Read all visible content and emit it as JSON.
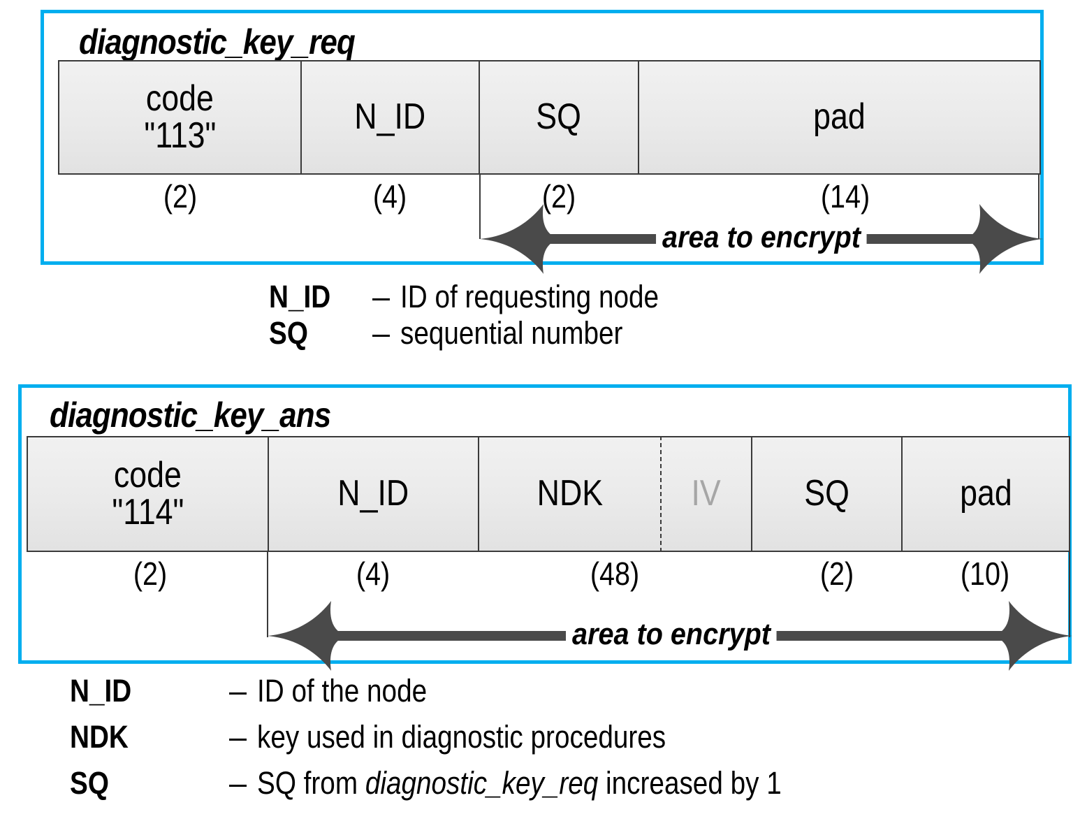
{
  "theme": {
    "frame_color": "#00AEEF",
    "cell_border_color": "#3A3A3A",
    "cell_fill_top": "#F1F1F1",
    "cell_fill_bottom": "#E2E2E2",
    "iv_text_color": "#A6A6A6",
    "arrow_color": "#4A4A4A",
    "text_color": "#000000"
  },
  "diagrams": [
    {
      "id": "diagnostic_key_req",
      "title": "diagnostic_key_req",
      "fields": [
        {
          "name": "code",
          "label_line1": "code",
          "label_line2": "\"113\"",
          "size": "(2)"
        },
        {
          "name": "n_id",
          "label_line1": "N_ID",
          "label_line2": "",
          "size": "(4)"
        },
        {
          "name": "sq",
          "label_line1": "SQ",
          "label_line2": "",
          "size": "(2)"
        },
        {
          "name": "pad",
          "label_line1": "pad",
          "label_line2": "",
          "size": "(14)"
        }
      ],
      "encrypt_label": "area to encrypt",
      "encrypt_from_field": "sq",
      "encrypt_to_field": "pad",
      "legend": [
        {
          "term": "N_ID",
          "dash": "–",
          "desc": "ID of requesting node"
        },
        {
          "term": "SQ",
          "dash": "–",
          "desc": "sequential number"
        }
      ]
    },
    {
      "id": "diagnostic_key_ans",
      "title": "diagnostic_key_ans",
      "fields": [
        {
          "name": "code",
          "label_line1": "code",
          "label_line2": "\"114\"",
          "size": "(2)"
        },
        {
          "name": "n_id",
          "label_line1": "N_ID",
          "label_line2": "",
          "size": "(4)"
        },
        {
          "name": "ndk",
          "label_line1": "NDK",
          "label_line2": "",
          "size": "(48)"
        },
        {
          "name": "iv",
          "label_line1": "IV",
          "label_line2": "",
          "size": ""
        },
        {
          "name": "sq",
          "label_line1": "SQ",
          "label_line2": "",
          "size": "(2)"
        },
        {
          "name": "pad",
          "label_line1": "pad",
          "label_line2": "",
          "size": "(10)"
        }
      ],
      "encrypt_label": "area to encrypt",
      "encrypt_from_field": "n_id",
      "encrypt_to_field": "pad",
      "legend": [
        {
          "term": "N_ID",
          "dash": "–",
          "desc": "ID of the node"
        },
        {
          "term": "NDK",
          "dash": "–",
          "desc": "key used in diagnostic procedures"
        },
        {
          "term": "SQ",
          "dash": "–",
          "desc_pre": "SQ from ",
          "desc_em": "diagnostic_key_req",
          "desc_post": " increased by 1"
        }
      ]
    }
  ]
}
